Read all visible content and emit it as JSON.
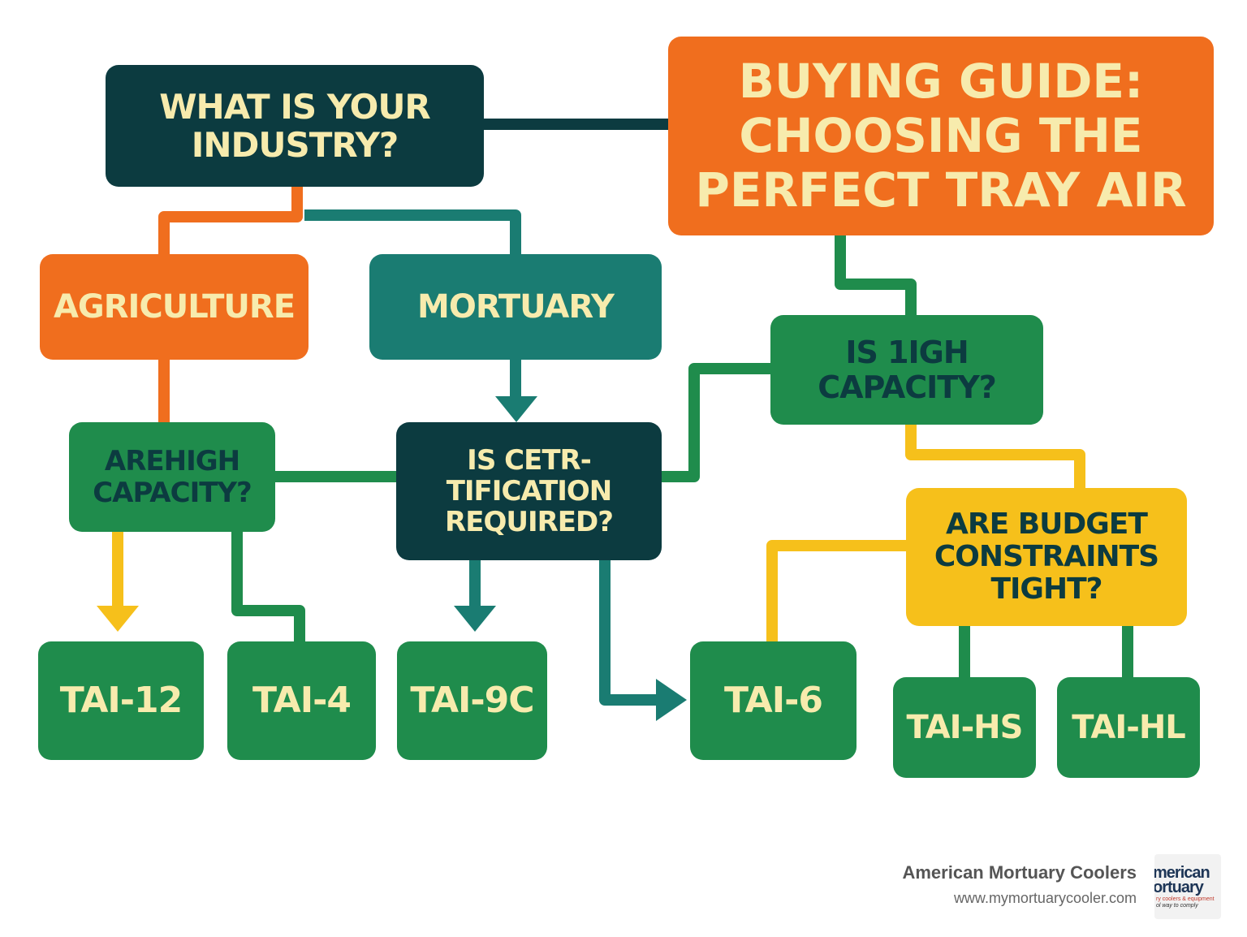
{
  "colors": {
    "navy": "#0c3b40",
    "orange": "#f06e1e",
    "teal": "#1a7c72",
    "green": "#1f8c4c",
    "yellow": "#f6c01b",
    "text_cream": "#f7ebad"
  },
  "diagram": {
    "title": "BUYING GUIDE:\nCHOOSING THE\nPERFECT TRAY AIR",
    "industry_question": "WHAT IS YOUR\nINDUSTRY?",
    "agriculture": "AGRICULTURE",
    "mortuary": "MORTUARY",
    "agri_capacity_question": "AREHIGH\nCAPACITY?",
    "certification_question": "IS CETR-\nTIFICATION\nREQUIRED?",
    "high_capacity_question": "IS  1IGH\nCAPACITY?",
    "budget_question": "ARE BUDGET\nCONSTRAINTS\nTIGHT?",
    "tai_12": "TAI-12",
    "tai_4": "TAI-4",
    "tai_9c": "TAI-9C",
    "tai_6": "TAI-6",
    "tai_hs": "TAI-HS",
    "tai_hl": "TAI-HL"
  },
  "footer": {
    "brand": "American Mortuary Coolers",
    "url": "www.mymortuarycooler.com"
  },
  "logo": {
    "line1": "merican",
    "line2": "ortuary",
    "line3": "ry coolers & equipment",
    "line4": "ol way to comply"
  }
}
